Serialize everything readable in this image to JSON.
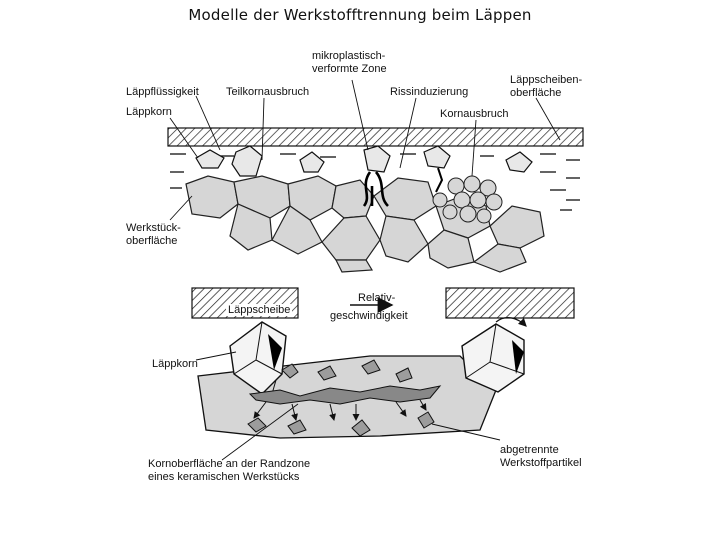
{
  "title": "Modelle der Werkstofftrennung beim Läppen",
  "top_diagram": {
    "labels": {
      "mikroplastisch_1": "mikroplastisch-",
      "mikroplastisch_2": "verformte Zone",
      "laeppfluessigkeit": "Läppflüssigkeit",
      "teilkornausbruch": "Teilkornausbruch",
      "rissinduzierung": "Rissinduzierung",
      "laeppscheiben_1": "Läppscheiben-",
      "laeppscheiben_2": "oberfläche",
      "laeppkorn": "Läppkorn",
      "kornausbruch": "Kornausbruch",
      "werkstueck_1": "Werkstück-",
      "werkstueck_2": "oberfläche"
    }
  },
  "bottom_diagram": {
    "labels": {
      "laeppscheibe": "Läppscheibe",
      "relativ_1": "Relativ-",
      "relativ_2": "geschwindigkeit",
      "laeppkorn": "Läppkorn",
      "kornoberflaeche_1": "Kornoberfläche an der Randzone",
      "kornoberflaeche_2": "eines keramischen Werkstücks",
      "abgetrennte_1": "abgetrennte",
      "abgetrennte_2": "Werkstoffpartikel"
    }
  }
}
